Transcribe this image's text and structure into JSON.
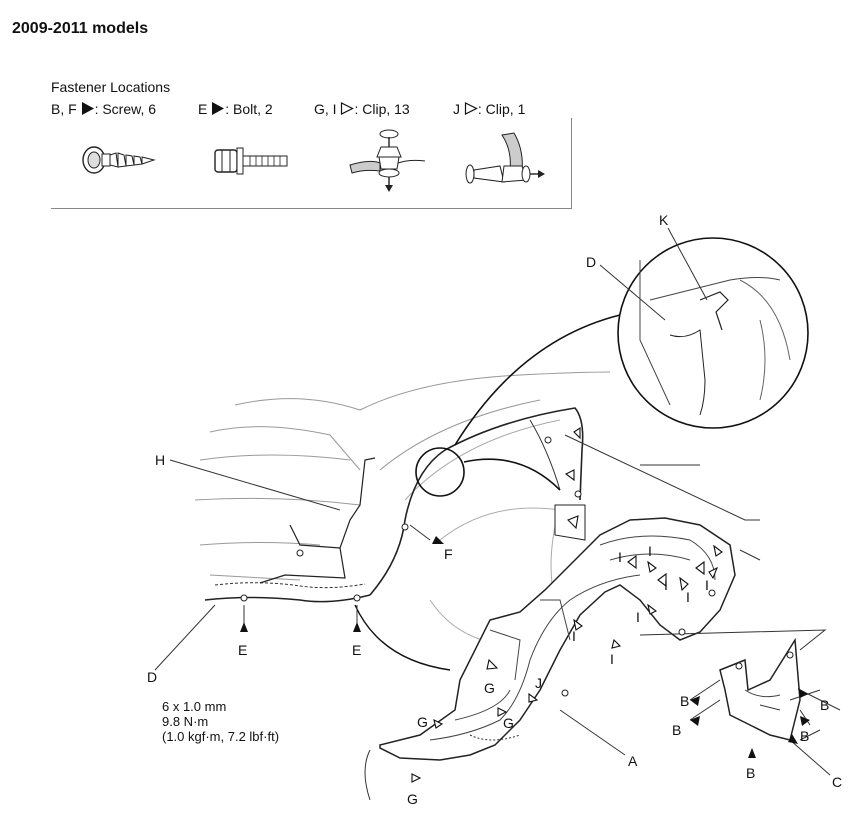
{
  "header": {
    "title": "2009-2011 models"
  },
  "legend": {
    "heading": "Fastener Locations",
    "items": [
      {
        "prefix": "B, F",
        "suffix": ": Screw, 6",
        "symbol": "filled-triangle"
      },
      {
        "prefix": "E",
        "suffix": ": Bolt, 2",
        "symbol": "filled-triangle"
      },
      {
        "prefix": "G, I",
        "suffix": ": Clip, 13",
        "symbol": "outline-triangle"
      },
      {
        "prefix": "J",
        "suffix": ": Clip, 1",
        "symbol": "outline-triangle"
      }
    ]
  },
  "callouts": {
    "A": "A",
    "B": "B",
    "C": "C",
    "D": "D",
    "E": "E",
    "F": "F",
    "G": "G",
    "H": "H",
    "I": "I",
    "J": "J",
    "K": "K"
  },
  "torque_spec": {
    "size": "6 x 1.0 mm",
    "torque_nm": "9.8 N·m",
    "torque_alt": "(1.0 kgf·m, 7.2 lbf·ft)"
  },
  "icons": [
    "screw-icon",
    "bolt-icon",
    "clip-g-icon",
    "clip-j-icon"
  ]
}
